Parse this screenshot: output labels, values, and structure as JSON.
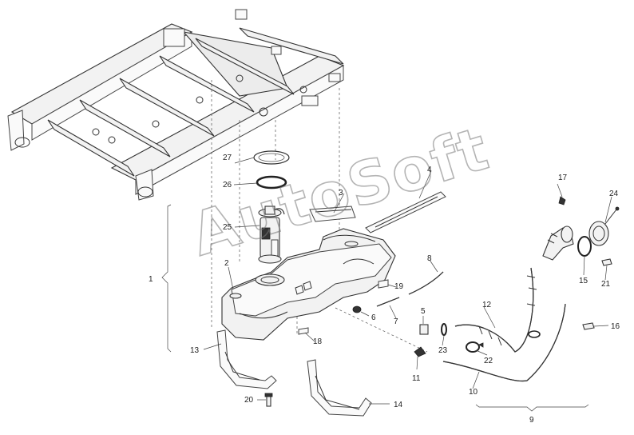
{
  "watermark": "AutoSoft",
  "parts": {
    "p1": "1",
    "p2": "2",
    "p3": "3",
    "p4": "4",
    "p5": "5",
    "p6": "6",
    "p7": "7",
    "p8": "8",
    "p9": "9",
    "p10": "10",
    "p11": "11",
    "p12": "12",
    "p13": "13",
    "p14": "14",
    "p15": "15",
    "p16": "16",
    "p17": "17",
    "p18": "18",
    "p19": "19",
    "p20": "20",
    "p21": "21",
    "p22": "22",
    "p23": "23",
    "p24": "24",
    "p25": "25",
    "p26": "26",
    "p27": "27"
  }
}
